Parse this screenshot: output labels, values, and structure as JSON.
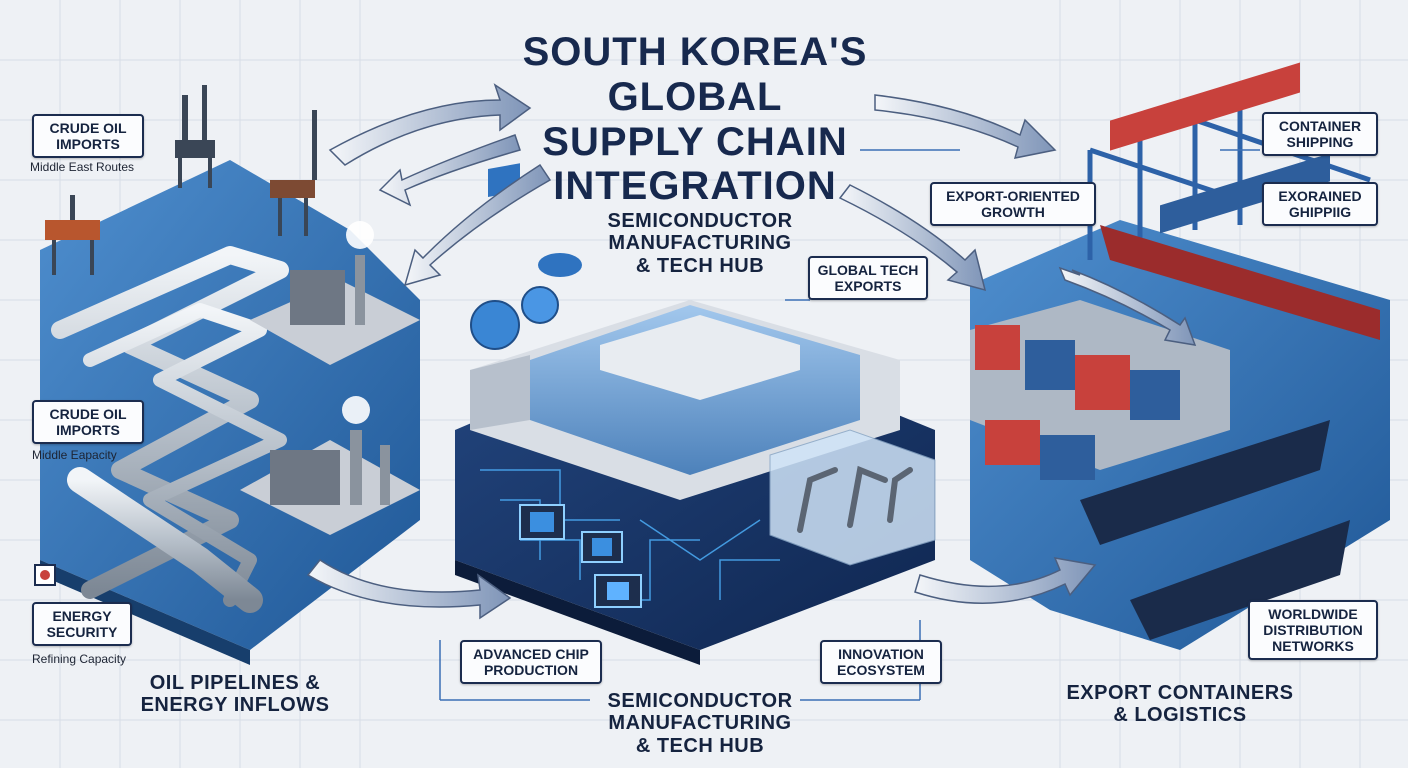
{
  "title": {
    "line1": "SOUTH KOREA'S",
    "line2": "GLOBAL",
    "line3": "SUPPLY CHAIN",
    "line4": "INTEGRATION"
  },
  "semi_top": {
    "line1": "SEMICONDUCTOR",
    "line2": "MANUFACTURING",
    "line3": "& TECH HUB"
  },
  "semi_bottom": {
    "line1": "SEMICONDUCTOR",
    "line2": "MANUFACTURING",
    "line3": "& TECH HUB"
  },
  "oil_section": {
    "line1": "OIL PIPELINES &",
    "line2": "ENERGY INFLOWS"
  },
  "export_section": {
    "line1": "EXPORT CONTAINERS",
    "line2": "& LOGISTICS"
  },
  "boxes": {
    "crude_oil_top": {
      "line1": "CRUDE OIL",
      "line2": "IMPORTS"
    },
    "crude_oil_mid": {
      "line1": "CRUDE OIL",
      "line2": "IMPORTS"
    },
    "energy_security": {
      "line1": "ENERGY",
      "line2": "SECURITY"
    },
    "global_tech": {
      "line1": "GLOBAL TECH",
      "line2": "EXPORTS"
    },
    "advanced_chip": {
      "line1": "ADVANCED CHIP",
      "line2": "PRODUCTION"
    },
    "innovation": {
      "line1": "INNOVATION",
      "line2": "ECOSYSTEM"
    },
    "export_growth": {
      "line1": "EXPORT-ORIENTED",
      "line2": "GROWTH"
    },
    "container_shipping": {
      "line1": "CONTAINER",
      "line2": "SHIPPING"
    },
    "exorained": {
      "line1": "EXORAINED",
      "line2": "GHIPPIIG"
    },
    "worldwide": {
      "line1": "WORLDWIDE",
      "line2": "DISTRIBUTION",
      "line3": "NETWORKS"
    }
  },
  "captions": {
    "middle_east": "Middle East Routes",
    "middle_capacity": "Middle Eapacity",
    "refining": "Refining Capacity"
  },
  "colors": {
    "navy": "#1b2c4f",
    "ocean": "#2f6fae",
    "accent_blue": "#3b8fe0",
    "container_red": "#c8413c",
    "container_blue": "#2e5e9c"
  }
}
